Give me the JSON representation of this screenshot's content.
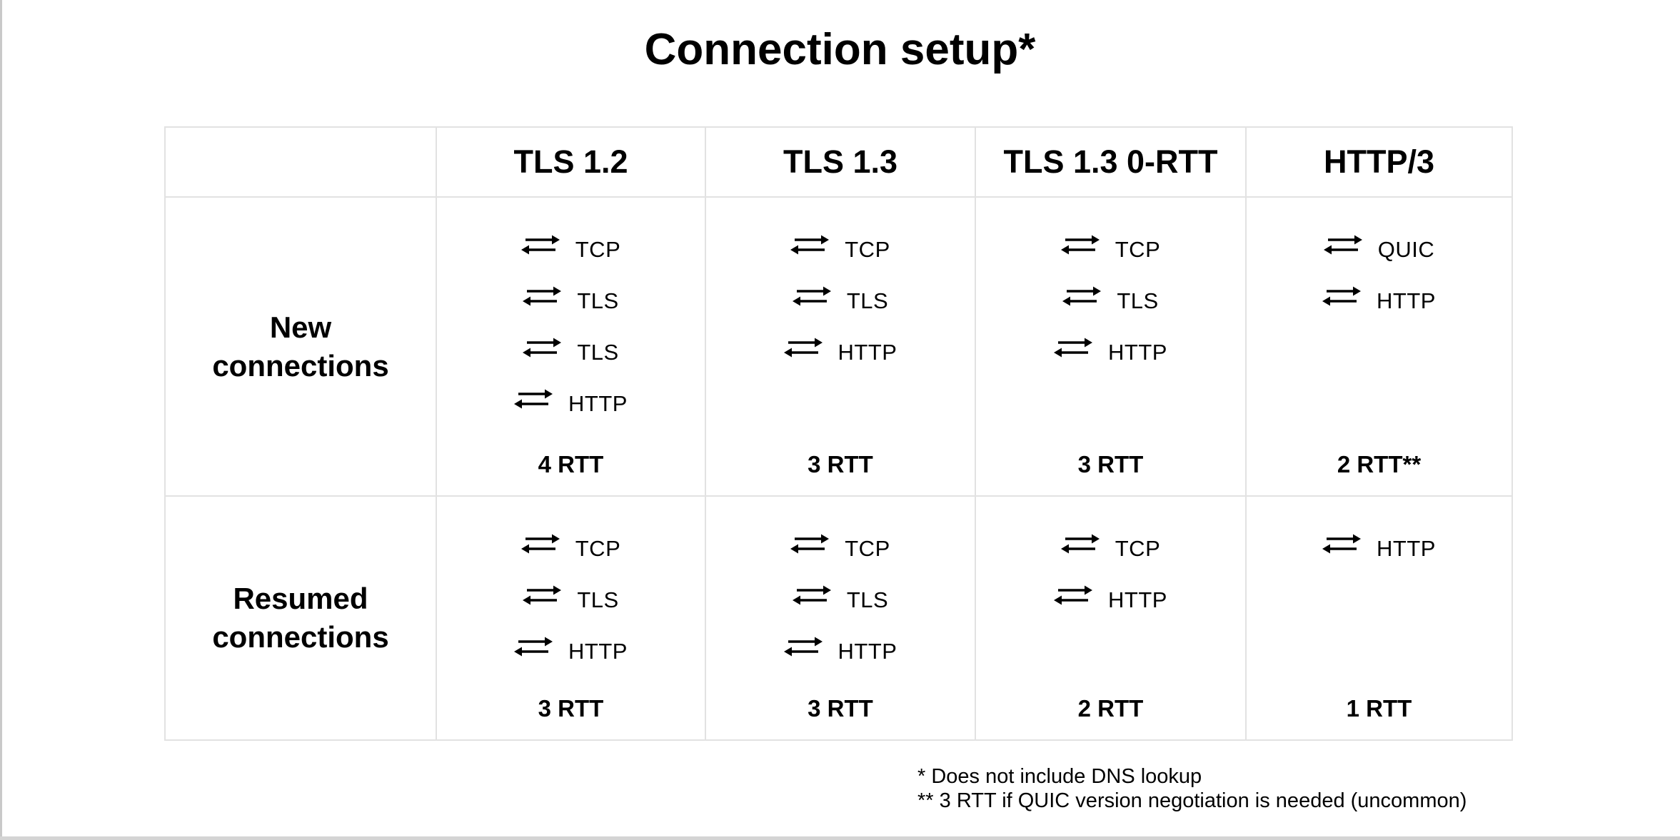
{
  "title": "Connection setup*",
  "table": {
    "columns": [
      "TLS 1.2",
      "TLS 1.3",
      "TLS 1.3 0-RTT",
      "HTTP/3"
    ],
    "rows": [
      {
        "label": "New connections",
        "cells": [
          {
            "steps": [
              "TCP",
              "TLS",
              "TLS",
              "HTTP"
            ],
            "rtt": "4 RTT"
          },
          {
            "steps": [
              "TCP",
              "TLS",
              "HTTP"
            ],
            "rtt": "3 RTT"
          },
          {
            "steps": [
              "TCP",
              "TLS",
              "HTTP"
            ],
            "rtt": "3 RTT"
          },
          {
            "steps": [
              "QUIC",
              "HTTP"
            ],
            "rtt": "2 RTT**"
          }
        ]
      },
      {
        "label": "Resumed connections",
        "cells": [
          {
            "steps": [
              "TCP",
              "TLS",
              "HTTP"
            ],
            "rtt": "3 RTT"
          },
          {
            "steps": [
              "TCP",
              "TLS",
              "HTTP"
            ],
            "rtt": "3 RTT"
          },
          {
            "steps": [
              "TCP",
              "HTTP"
            ],
            "rtt": "2 RTT"
          },
          {
            "steps": [
              "HTTP"
            ],
            "rtt": "1 RTT"
          }
        ]
      }
    ]
  },
  "footnotes": [
    "* Does not include DNS lookup",
    "** 3 RTT if QUIC version negotiation is needed (uncommon)"
  ],
  "icons": {
    "step_icon": "round-trip-arrows-icon"
  },
  "colors": {
    "text": "#000000",
    "table_border": "#e2e2e2",
    "canvas_left_edge": "#c9c9c9",
    "canvas_bottom_edge": "#d4d4d4",
    "background": "#ffffff"
  }
}
